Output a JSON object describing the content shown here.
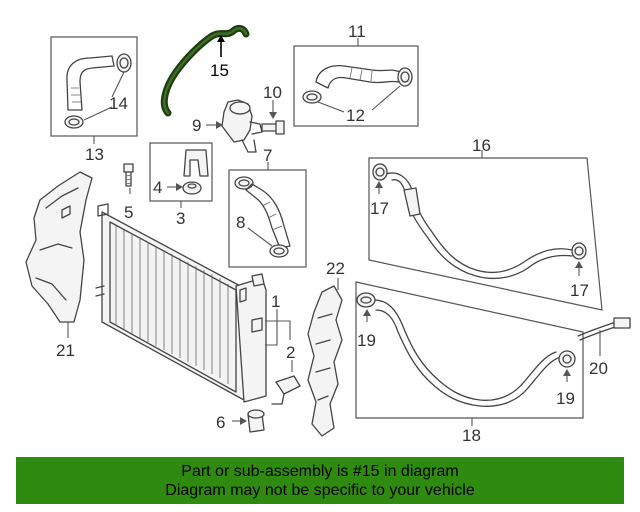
{
  "callouts": {
    "c1": "1",
    "c2": "2",
    "c3": "3",
    "c4": "4",
    "c5": "5",
    "c6": "6",
    "c7": "7",
    "c8": "8",
    "c9": "9",
    "c10": "10",
    "c11": "11",
    "c12": "12",
    "c13": "13",
    "c14": "14",
    "c15": "15",
    "c16": "16",
    "c17a": "17",
    "c17b": "17",
    "c18": "18",
    "c19a": "19",
    "c19b": "19",
    "c20": "20",
    "c21": "21",
    "c22": "22"
  },
  "highlight": {
    "part_number": "15",
    "hose_color": "#1f3d12"
  },
  "banner": {
    "line1": "Part or sub-assembly is #15 in diagram",
    "line2": "Diagram may not be specific to your vehicle",
    "color": "#2f8a10"
  }
}
